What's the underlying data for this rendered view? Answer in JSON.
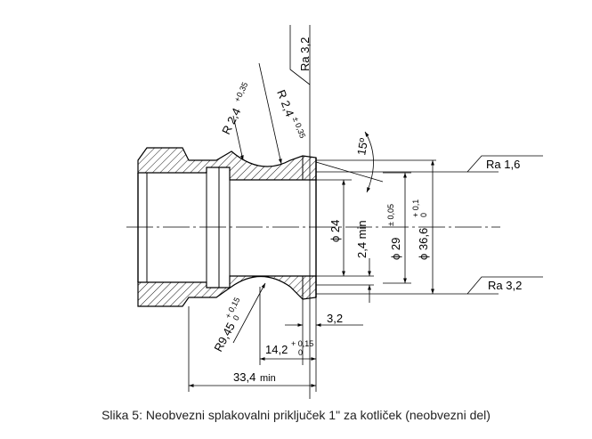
{
  "caption": "Slika 5: Neobvezni splakovalni priključek 1\" za kotliček (neobvezni del)",
  "labels": {
    "ra_top": "Ra 3,2",
    "ra_16": "Ra 1,6",
    "ra_32": "Ra 3,2",
    "r24a_main": "R 2,4",
    "r24a_tol": "+ 0,35",
    "r24b_main": "R 2,4",
    "r24b_tol": "± 0,35",
    "angle": "15º",
    "d24": "ϕ 24",
    "min24": "2,4 min",
    "d29": "ϕ 29",
    "d29_tol": "± 0,05",
    "d366": "ϕ 36,6",
    "d366_tol_up": "+ 0,1",
    "d366_tol_low": "0",
    "r945_main": "R9,45",
    "r945_tol_up": "+ 0,15",
    "r945_tol_low": "0",
    "dim32": "3,2",
    "dim142_main": "14,2",
    "dim142_tol_up": "+ 0,15",
    "dim142_tol_low": "0",
    "dim334": "33,4",
    "dim334_min": "min"
  }
}
